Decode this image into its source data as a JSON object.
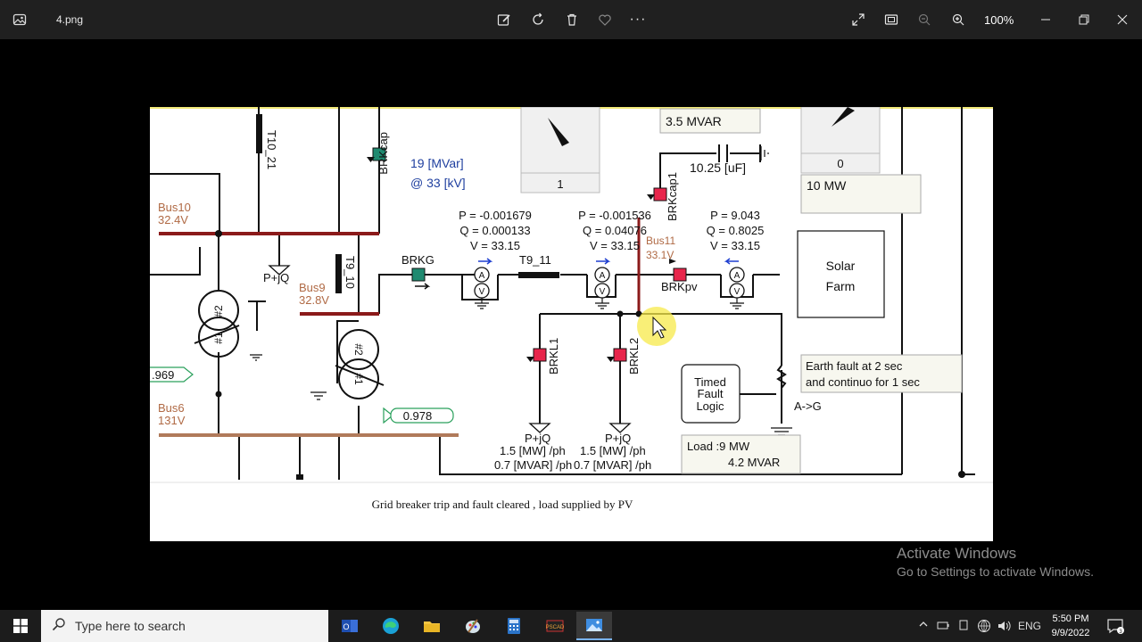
{
  "window": {
    "file_name": "4.png",
    "zoom": "100%",
    "toolbar_icons": [
      "edit-image-icon",
      "rotate-icon",
      "delete-icon",
      "favorite-icon",
      "more-icon"
    ],
    "right_icons": [
      "expand-icon",
      "fit-screen-icon",
      "zoom-out-icon",
      "zoom-in-icon"
    ],
    "window_controls": [
      "minimize-icon",
      "restore-icon",
      "close-icon"
    ]
  },
  "diagram": {
    "caption": "Grid breaker trip and fault cleared , load supplied by PV",
    "labels": {
      "t10_21": "T10_21",
      "brkcap": "BRKcap",
      "mvar_19": "19 [MVar]",
      "kv_33": "@ 33 [kV]",
      "bus10": "Bus10",
      "bus10_v": "32.4V",
      "pjq": "P+jQ",
      "bus9": "Bus9",
      "bus9_v": "32.8V",
      "t9_10": "T9_10",
      "brkg": "BRKG",
      "t9_11": "T9_11",
      "meter1_p": "P = -0.001679",
      "meter1_q": "Q = 0.000133",
      "meter1_v": "V = 33.15",
      "meter2_p": "P = -0.001536",
      "meter2_q": "Q = 0.04076",
      "meter2_v": "V = 33.15",
      "meter3_p": "P = 9.043",
      "meter3_q": "Q = 0.8025",
      "meter3_v": "V = 33.15",
      "bus11": "Bus11",
      "bus11_v": "33.1V",
      "brkpv": "BRKpv",
      "brkcap1": "BRKcap1",
      "cap_value": "10.25 [uF]",
      "mvar_box": "3.5 MVAR",
      "switch_value_1": "1",
      "switch_value_0": "0",
      "mw_box": "10 MW",
      "solar_farm_1": "Solar",
      "solar_farm_2": "Farm",
      "tx2": "#2",
      "tx1": "#1",
      "ratio_left": ".969",
      "ratio_right": "0.978",
      "bus6": "Bus6",
      "bus6_v": "131V",
      "brkl1": "BRKL1",
      "brkl2": "BRKL2",
      "load1_pjq": "P+jQ",
      "load2_pjq": "P+jQ",
      "load1_mw": "1.5 [MW] /ph",
      "load2_mw": "1.5 [MW] /ph",
      "load1_mvar": "0.7 [MVAR] /ph",
      "load2_mvar": "0.7 [MVAR] /ph",
      "timed_fault_1": "Timed",
      "timed_fault_2": "Fault",
      "timed_fault_3": "Logic",
      "earth_fault_1": "Earth fault at 2 sec",
      "earth_fault_2": "and continuo for 1 sec",
      "fault_type": "A->G",
      "load_1": "Load :9 MW",
      "load_2": "4.2 MVAR",
      "meter_a": "A",
      "meter_v": "V"
    }
  },
  "watermark": {
    "title": "Activate Windows",
    "subtitle": "Go to Settings to activate Windows."
  },
  "taskbar": {
    "search_placeholder": "Type here to search",
    "apps": [
      "outlook-icon",
      "edge-icon",
      "file-explorer-icon",
      "paint-icon",
      "calculator-icon",
      "pscad-icon",
      "photos-icon"
    ],
    "language": "ENG",
    "time": "5:50 PM",
    "date": "9/9/2022"
  },
  "colors": {
    "bus_red": "#8b1a1a",
    "bus_brown": "#b07a5a",
    "breaker_red": "#e8254b",
    "breaker_green": "#1f8a70",
    "blue_text": "#1f3f9f"
  }
}
